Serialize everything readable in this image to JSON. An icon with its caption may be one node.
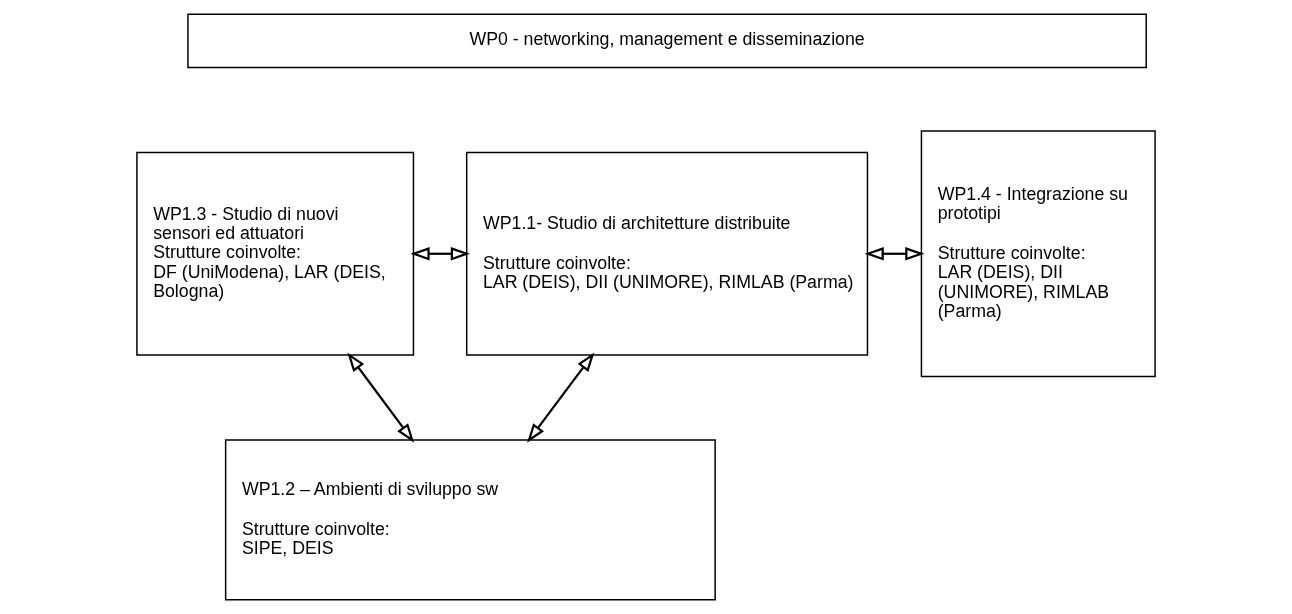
{
  "diagram": {
    "nodes": [
      {
        "text": [
          "WP0 - networking, management e disseminazione"
        ]
      },
      {
        "text": [
          "WP1.3 - Studio di nuovi sensori ed attuatori",
          "Strutture coinvolte:",
          "DF (UniModena), LAR (DEIS, Bologna)"
        ]
      },
      {
        "text": [
          "WP1.1- Studio di architetture distribuite",
          "Strutture coinvolte:",
          "LAR (DEIS), DII (UNIMORE), RIMLAB (Parma)"
        ]
      },
      {
        "text": [
          "WP1.4 - Integrazione su prototipi",
          "Strutture coinvolte:",
          "LAR (DEIS), DII (UNIMORE), RIMLAB (Parma)"
        ]
      },
      {
        "text": [
          "WP1.2 – Ambienti di sviluppo sw",
          "Strutture coinvolte:",
          "SIPE, DEIS"
        ]
      }
    ],
    "edges": [
      {
        "from": 1,
        "to": 2,
        "arrow": "both"
      },
      {
        "from": 2,
        "to": 3,
        "arrow": "both"
      },
      {
        "from": 1,
        "to": 4,
        "arrow": "both"
      },
      {
        "from": 2,
        "to": 4,
        "arrow": "both"
      }
    ]
  }
}
